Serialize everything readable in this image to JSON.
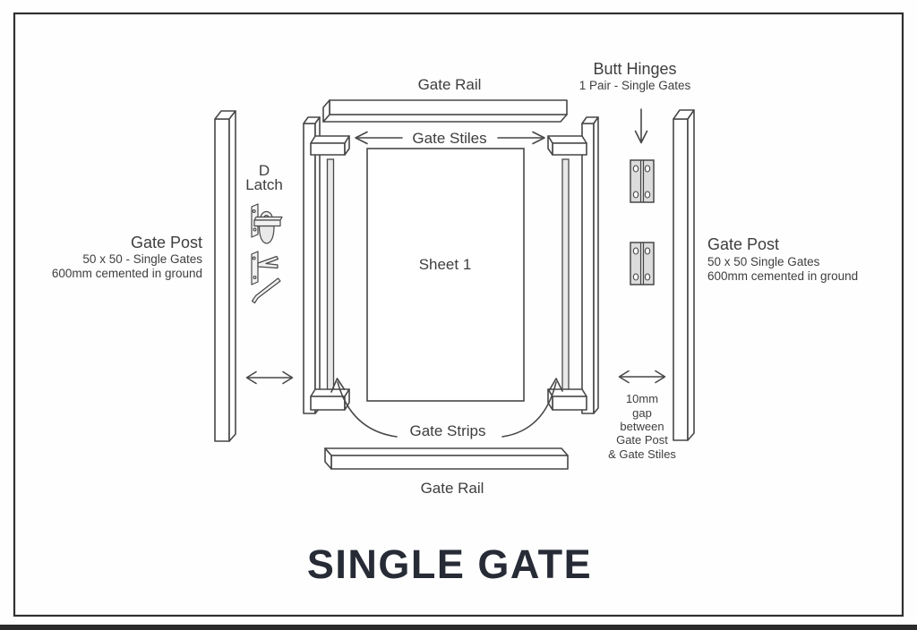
{
  "diagram": {
    "title": "SINGLE GATE",
    "top_rail_label": "Gate Rail",
    "bottom_rail_label": "Gate Rail",
    "stiles_label": "Gate Stiles",
    "strips_label": "Gate Strips",
    "sheet_label": "Sheet 1",
    "latch": {
      "line1": "D",
      "line2": "Latch"
    },
    "hinges": {
      "title": "Butt Hinges",
      "subtitle": "1 Pair - Single Gates"
    },
    "post_left": {
      "title": "Gate Post",
      "spec": "50 x 50 - Single Gates",
      "install": "600mm cemented in ground"
    },
    "post_right": {
      "title": "Gate Post",
      "spec": "50 x 50 Single Gates",
      "install": "600mm cemented in ground"
    },
    "gap_note": {
      "line1": "10mm",
      "line2": "gap",
      "line3": "between",
      "line4": "Gate Post",
      "line5": "& Gate Stiles"
    }
  },
  "colors": {
    "line": "#474747",
    "text": "#3e3e3e",
    "title": "#262b36",
    "hinge_fill": "#dcdcdc",
    "strip_fill": "#e8e8e8",
    "background": "#fefefe",
    "border": "#303030",
    "scan_band": "#2b2b2b"
  }
}
